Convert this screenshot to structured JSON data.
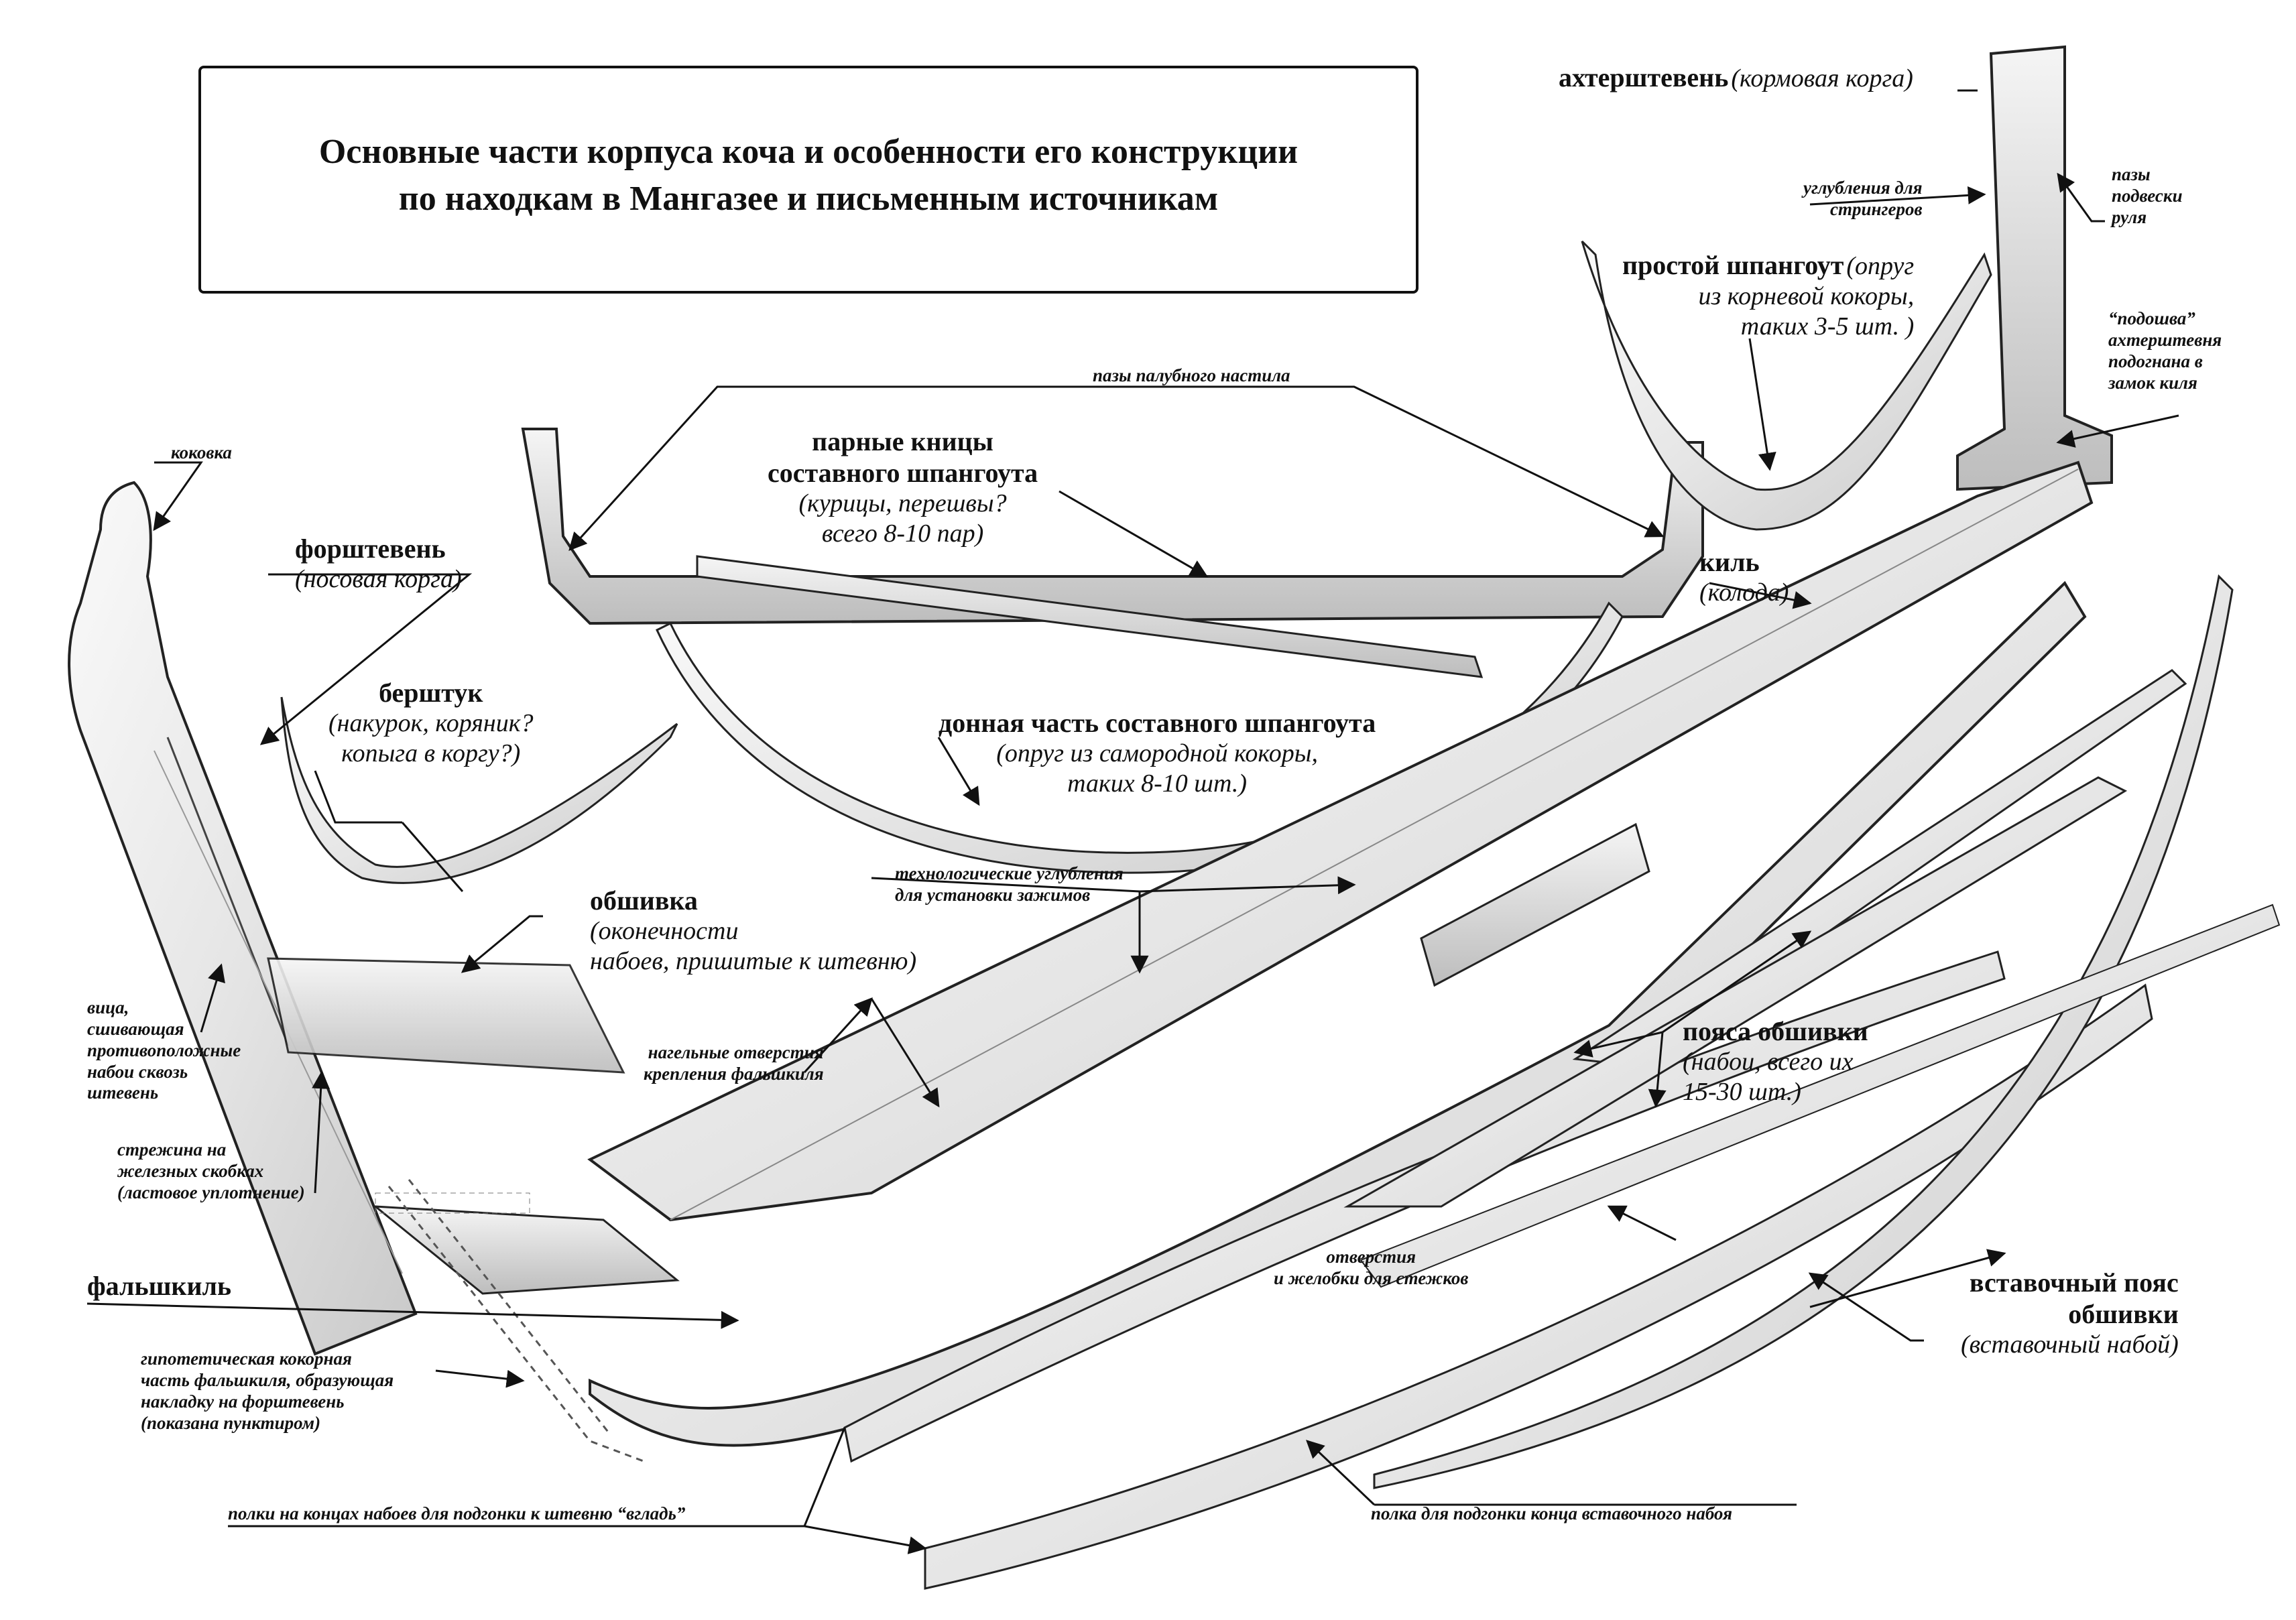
{
  "title": {
    "line1": "Основные части корпуса коча и особенности его конструкции",
    "line2": "по находкам в Мангазее  и письменным источникам"
  },
  "labels": {
    "kokovka": "коковка",
    "forshteven": {
      "name": "форштевень",
      "note": "(носовая корга)"
    },
    "bershtuk": {
      "name": "берштук",
      "note1": "(накурок, коряник?",
      "note2": "копыга в коргу?)"
    },
    "obshivka": {
      "name": "обшивка",
      "note1": "(оконечности",
      "note2": "набоев, пришитые к штевню)"
    },
    "vitsa": {
      "l1": "вица,",
      "l2": "сшивающая",
      "l3": "противоположные",
      "l4": "набои сквозь",
      "l5": "штевень"
    },
    "strezhina": {
      "l1": "стрежина на",
      "l2": "железных скобках",
      "l3": "(ластовое уплотнение)"
    },
    "falshkil": "фальшкиль",
    "hypothetical": {
      "l1": "гипотетическая кокорная",
      "l2": "часть фальшкиля, образующая",
      "l3": "накладку на форштевень",
      "l4": "(показана пунктиром)"
    },
    "polki": "полки на концах набоев для подгонки к штевню “вгладь”",
    "paluba": "пазы палубного настила",
    "knitsy": {
      "l1": "парные кницы",
      "l2": "составного шпангоута",
      "l3": "(курицы, перешвы?",
      "l4": "всего 8-10 пар)"
    },
    "prostoy": {
      "name": "простой шпангоут",
      "note0": "(опруг",
      "note1": "из корневой кокоры,",
      "note2": "таких 3-5 шт. )"
    },
    "akhtershteven": {
      "name": "ахтерштевень",
      "note": "(кормовая корга)"
    },
    "uglubleniya": {
      "l1": "углубления для",
      "l2": "стрингеров"
    },
    "pazy_rulya": {
      "l1": "пазы",
      "l2": "подвески",
      "l3": "руля"
    },
    "podoshva": {
      "l1": "“подошва”",
      "l2": "ахтерштевня",
      "l3": "подогнана в",
      "l4": "замок киля"
    },
    "kil": {
      "name": "киль",
      "note": "(колода)"
    },
    "donnaya": {
      "name": "донная часть составного шпангоута",
      "note1": "(опруг из самородной кокоры,",
      "note2": "таких 8-10 шт.)"
    },
    "tekh": {
      "l1": "технологические углубления",
      "l2": "для установки зажимов"
    },
    "nagel": {
      "l1": "нагельные отверстия",
      "l2": "крепления фальшкиля"
    },
    "poyasa": {
      "name": "пояса обшивки",
      "note1": "(набои, всего их",
      "note2": "15-30 шт.)"
    },
    "otverstiya": {
      "l1": "отверстия",
      "l2": "и желобки для стежков"
    },
    "vstavochny": {
      "l1": "вставочный пояс",
      "l2": "обшивки",
      "note": "(вставочный набой)"
    },
    "polka_vstav": "полка для подгонки конца вставочного набоя"
  }
}
